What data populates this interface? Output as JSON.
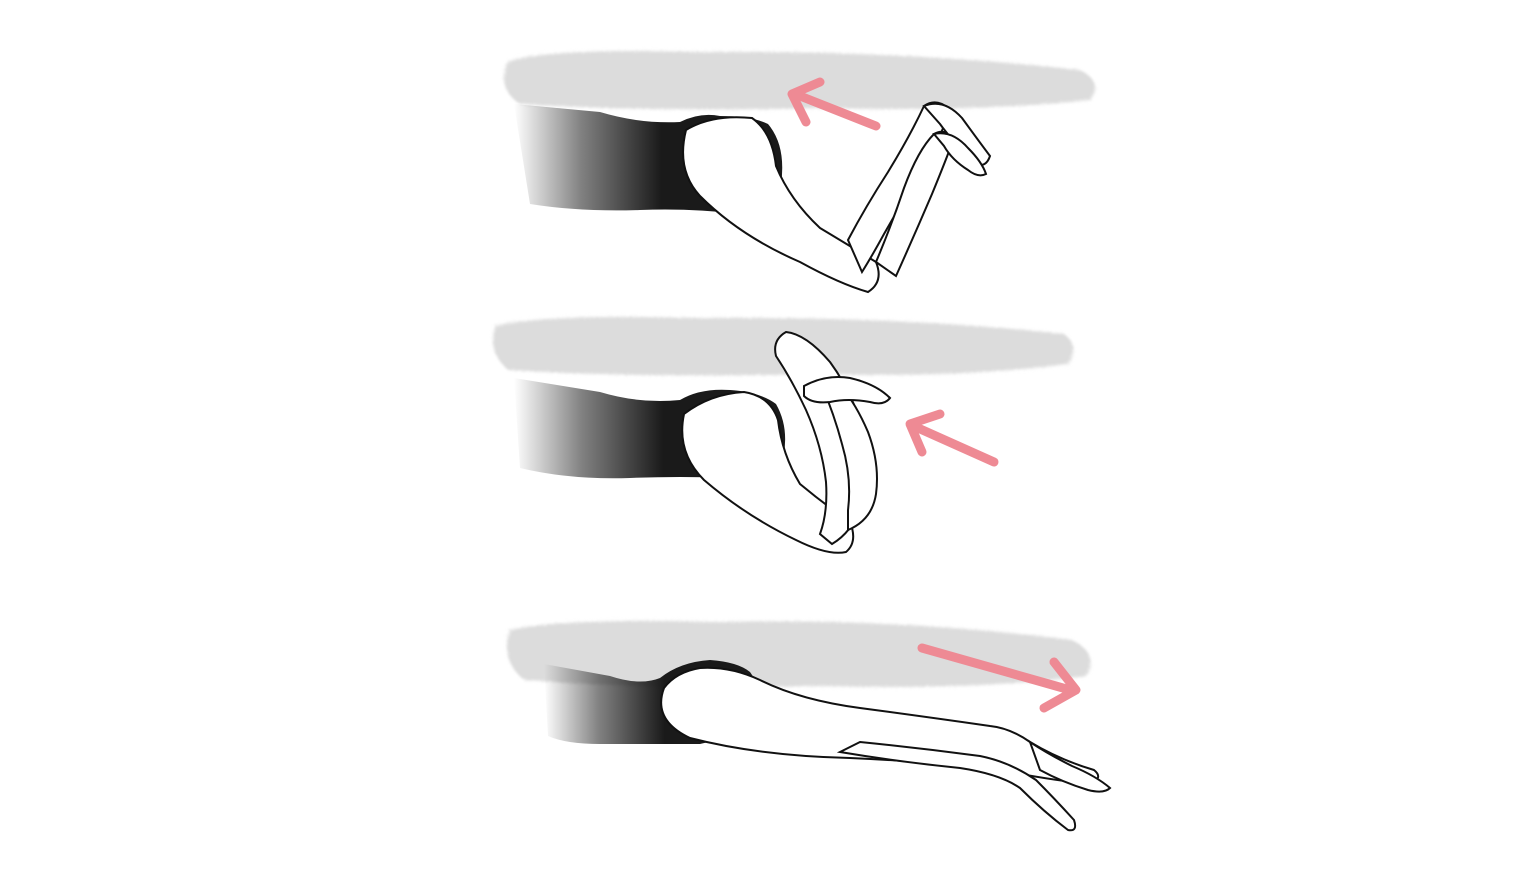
{
  "illustration": {
    "panels": [
      {
        "id": "panel-1",
        "pose": "knees-bent-heels-up",
        "arrow_direction": "up-left"
      },
      {
        "id": "panel-2",
        "pose": "heels-pulled-to-buttocks",
        "arrow_direction": "up-left"
      },
      {
        "id": "panel-3",
        "pose": "legs-extended",
        "arrow_direction": "down-right"
      }
    ],
    "colors": {
      "background": "#ffffff",
      "water_band": "#dcdcdc",
      "swimsuit": "#1a1a1a",
      "skin": "#ffffff",
      "outline": "#111111",
      "arrow": "#ee8a94"
    },
    "icons": {
      "direction_arrow": "arrow-icon"
    }
  }
}
